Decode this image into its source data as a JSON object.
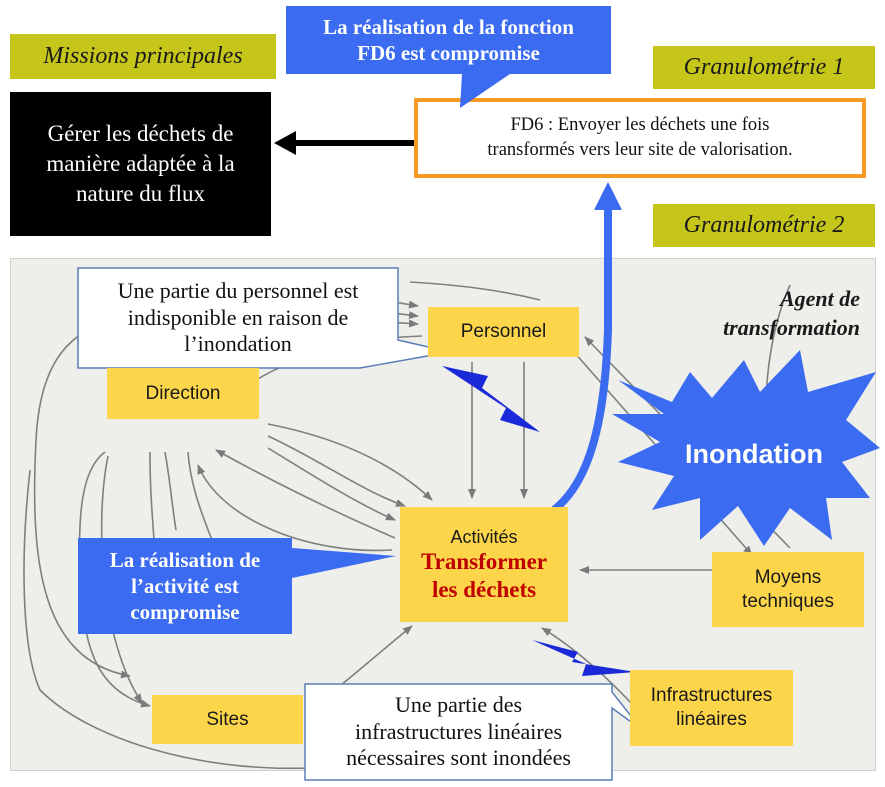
{
  "labels": {
    "missions": "Missions principales",
    "granulometrie1": "Granulométrie 1",
    "granulometrie2": "Granulométrie 2",
    "agent_line1": "Agent de",
    "agent_line2": "transformation"
  },
  "mission_box": {
    "line1": "Gérer les déchets de",
    "line2": "manière adaptée à la",
    "line3": "nature du flux"
  },
  "function_box": {
    "line1": "FD6 : Envoyer les déchets une fois",
    "line2": "transformés vers leur site de valorisation."
  },
  "callouts": {
    "fd6": {
      "line1": "La réalisation de la fonction",
      "line2": "FD6 est compromise"
    },
    "personnel": {
      "line1": "Une partie du personnel est",
      "line2": "indisponible en raison de",
      "line3": "l’inondation"
    },
    "activite": {
      "line1": "La réalisation de",
      "line2": "l’activité est",
      "line3": "compromise"
    },
    "infra": {
      "line1": "Une partie des",
      "line2": "infrastructures linéaires",
      "line3": "nécessaires sont inondées"
    }
  },
  "hazard": {
    "label": "Inondation"
  },
  "nodes": {
    "personnel": "Personnel",
    "direction": "Direction",
    "activites_title": "Activités",
    "activites_line1": "Transformer",
    "activites_line2": "les déchets",
    "moyens_line1": "Moyens",
    "moyens_line2": "techniques",
    "sites": "Sites",
    "infra_line1": "Infrastructures",
    "infra_line2": "linéaires"
  },
  "colors": {
    "olive": "#c6c61a",
    "node_yellow": "#fcd54a",
    "callout_blue": "#3b6bf0",
    "frame_orange": "#f59a23",
    "activity_red": "#c00000"
  }
}
